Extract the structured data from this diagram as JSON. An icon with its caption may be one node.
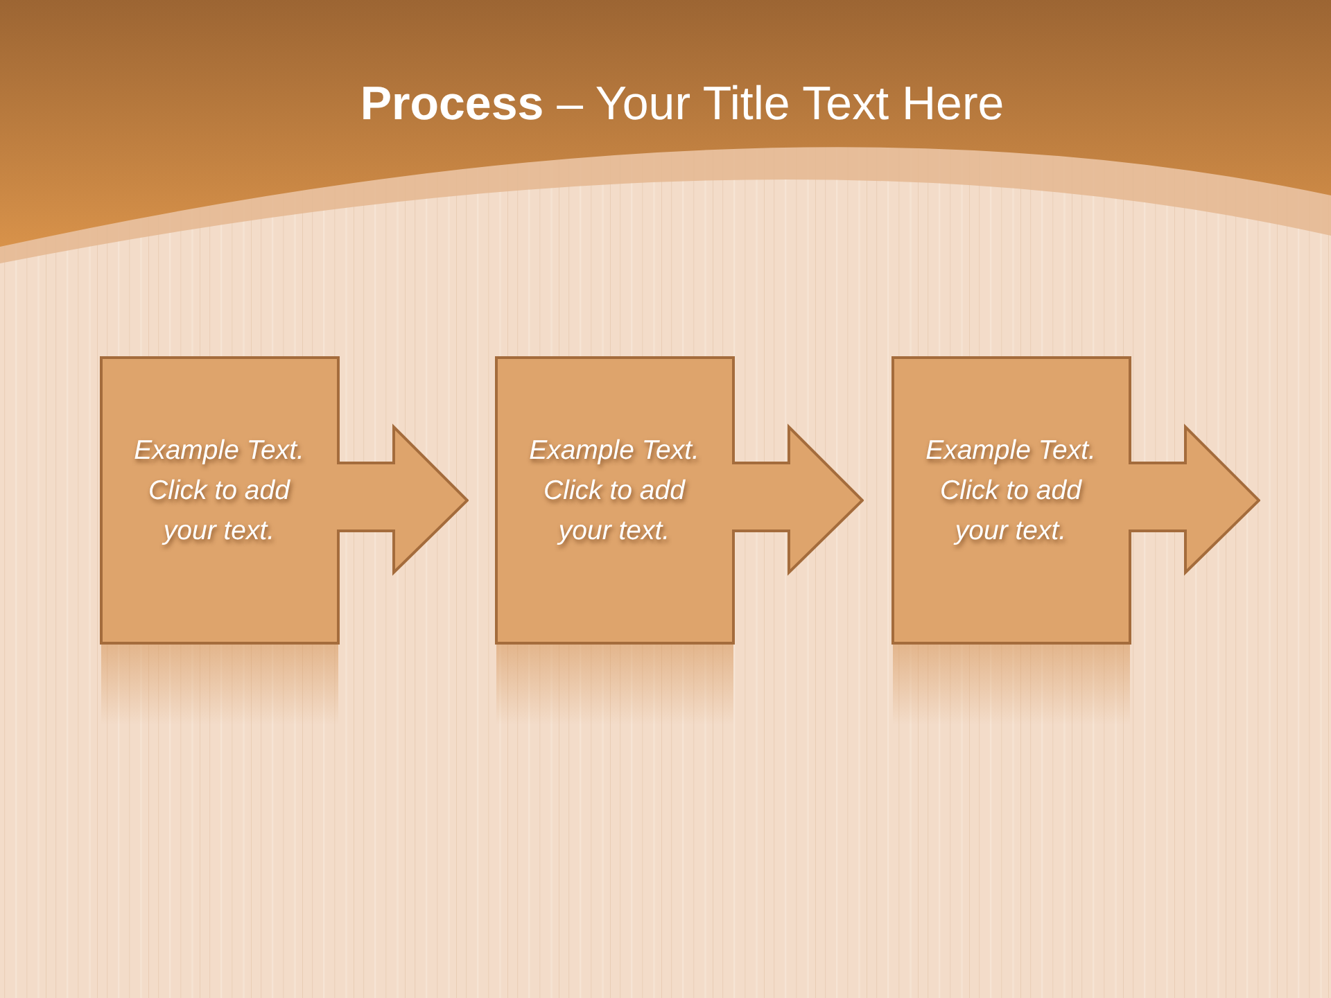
{
  "diagram": {
    "title": "**Process** – Your Title Text Here",
    "nodes": [
      {
        "text": [
          "Example Text. Click to add your text."
        ]
      },
      {
        "text": [
          "Example Text. Click to add your text."
        ]
      },
      {
        "text": [
          "Example Text. Click to add your text."
        ]
      }
    ]
  }
}
